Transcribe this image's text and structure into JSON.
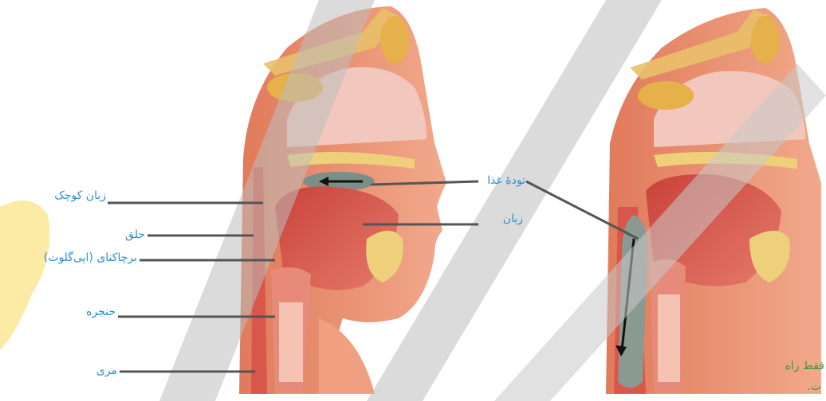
{
  "labels": {
    "uvula": "زبان کوچک",
    "pharynx": "حلق",
    "epiglottis": "برچاکنای (اپی‌گلوت)",
    "larynx": "حنجره",
    "esophagus": "مری",
    "food_bolus": "تودهٔ غذا",
    "tongue": "زبان"
  },
  "caption": {
    "line1": "فقط راه",
    "line2": "ت."
  },
  "colors": {
    "label_text": "#2a8fd6",
    "caption_text": "#3a9a3a",
    "pointer_line": "#555555",
    "watermark": "#cfcfcf",
    "watermark_logo": "#f7d64a"
  }
}
